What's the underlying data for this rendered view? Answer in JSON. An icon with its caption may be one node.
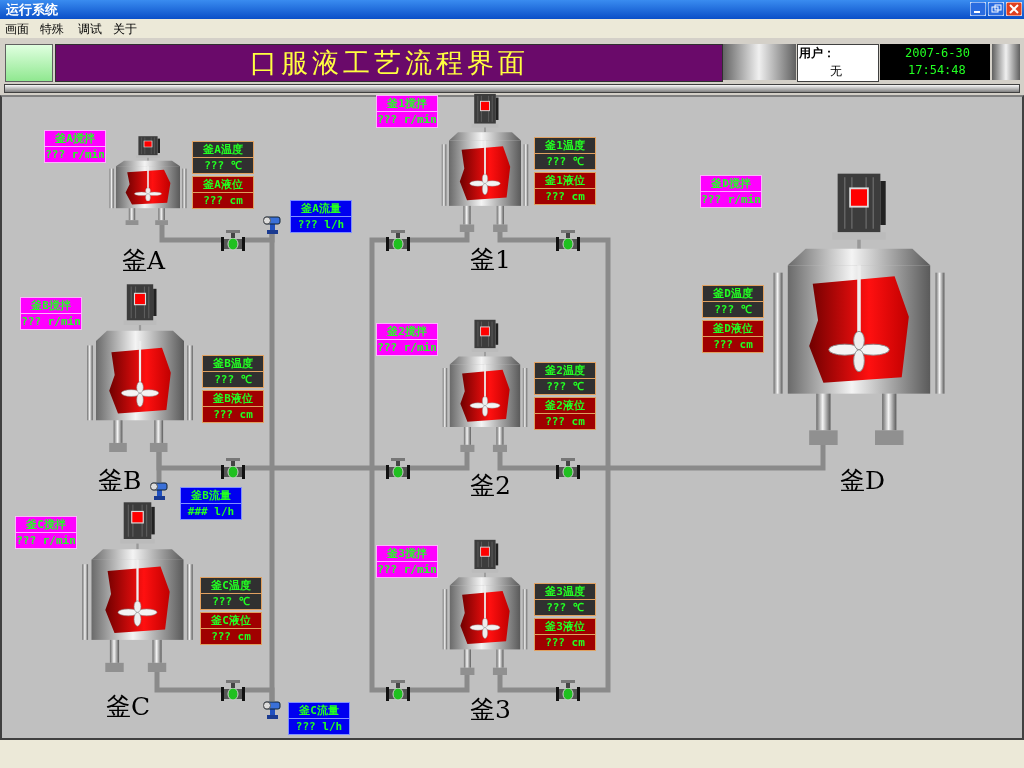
{
  "diagram": {
    "title": "口服液工艺流程界面",
    "nodes": [
      {
        "text": [
          "釜A"
        ]
      },
      {
        "text": [
          "釜B"
        ]
      },
      {
        "text": [
          "釜C"
        ]
      },
      {
        "text": [
          "釜1"
        ]
      },
      {
        "text": [
          "釜2"
        ]
      },
      {
        "text": [
          "釜3"
        ]
      },
      {
        "text": [
          "釜D"
        ]
      },
      {
        "text": [],
        "shape": "valve"
      },
      {
        "text": [],
        "shape": "valve"
      },
      {
        "text": [],
        "shape": "valve"
      },
      {
        "text": [],
        "shape": "valve"
      },
      {
        "text": [],
        "shape": "valve"
      },
      {
        "text": [],
        "shape": "valve"
      },
      {
        "text": [],
        "shape": "valve"
      },
      {
        "text": [],
        "shape": "valve"
      },
      {
        "text": [],
        "shape": "valve"
      },
      {
        "text": [],
        "shape": "flowmeter"
      },
      {
        "text": [],
        "shape": "flowmeter"
      },
      {
        "text": [],
        "shape": "flowmeter"
      },
      {
        "text": [
          "釜A搅拌",
          "??? r/min"
        ]
      },
      {
        "text": [
          "釜A温度",
          "??? ℃"
        ]
      },
      {
        "text": [
          "釜A液位",
          "??? cm"
        ]
      },
      {
        "text": [
          "釜B搅拌",
          "??? r/min"
        ]
      },
      {
        "text": [
          "釜B温度",
          "??? ℃"
        ]
      },
      {
        "text": [
          "釜B液位",
          "??? cm"
        ]
      },
      {
        "text": [
          "釜C搅拌",
          "??? r/min"
        ]
      },
      {
        "text": [
          "釜C温度",
          "??? ℃"
        ]
      },
      {
        "text": [
          "釜C液位",
          "??? cm"
        ]
      },
      {
        "text": [
          "釜1搅拌",
          "??? r/min"
        ]
      },
      {
        "text": [
          "釜1温度",
          "??? ℃"
        ]
      },
      {
        "text": [
          "釜1液位",
          "??? cm"
        ]
      },
      {
        "text": [
          "釜2搅拌",
          "??? r/min"
        ]
      },
      {
        "text": [
          "釜2温度",
          "??? ℃"
        ]
      },
      {
        "text": [
          "釜2液位",
          "??? cm"
        ]
      },
      {
        "text": [
          "釜3搅拌",
          "??? r/min"
        ]
      },
      {
        "text": [
          "釜3温度",
          "??? ℃"
        ]
      },
      {
        "text": [
          "釜3液位",
          "??? cm"
        ]
      },
      {
        "text": [
          "釜D搅拌",
          "??? r/min"
        ]
      },
      {
        "text": [
          "釜D温度",
          "??? ℃"
        ]
      },
      {
        "text": [
          "釜D液位",
          "??? cm"
        ]
      },
      {
        "text": [
          "釜A流量",
          "??? l/h"
        ]
      },
      {
        "text": [
          "釜B流量",
          "### l/h"
        ]
      },
      {
        "text": [
          "釜C流量",
          "??? l/h"
        ]
      }
    ],
    "edges": [
      {
        "from": 0,
        "to": 7,
        "arrow": "none"
      },
      {
        "from": 7,
        "to": 16,
        "arrow": "none"
      },
      {
        "from": 16,
        "to": 18,
        "arrow": "none"
      },
      {
        "from": 1,
        "to": 8,
        "arrow": "none"
      },
      {
        "from": 8,
        "to": 12,
        "arrow": "none"
      },
      {
        "from": 12,
        "to": 4,
        "arrow": "none"
      },
      {
        "from": 4,
        "to": 13,
        "arrow": "none"
      },
      {
        "from": 13,
        "to": 6,
        "arrow": "none"
      },
      {
        "from": 1,
        "to": 17,
        "arrow": "none"
      },
      {
        "from": 2,
        "to": 9,
        "arrow": "none"
      },
      {
        "from": 9,
        "to": 18,
        "arrow": "none"
      },
      {
        "from": 3,
        "to": 10,
        "arrow": "none"
      },
      {
        "from": 10,
        "to": 14,
        "arrow": "none"
      },
      {
        "from": 14,
        "to": 5,
        "arrow": "none"
      },
      {
        "from": 3,
        "to": 11,
        "arrow": "none"
      },
      {
        "from": 11,
        "to": 15,
        "arrow": "none"
      },
      {
        "from": 15,
        "to": 5,
        "arrow": "none"
      }
    ],
    "labels": [
      "运行系统",
      "画面",
      "特殊",
      "调试",
      "关于",
      "用户：",
      "无",
      "2007-6-30",
      "17:54:48"
    ]
  }
}
